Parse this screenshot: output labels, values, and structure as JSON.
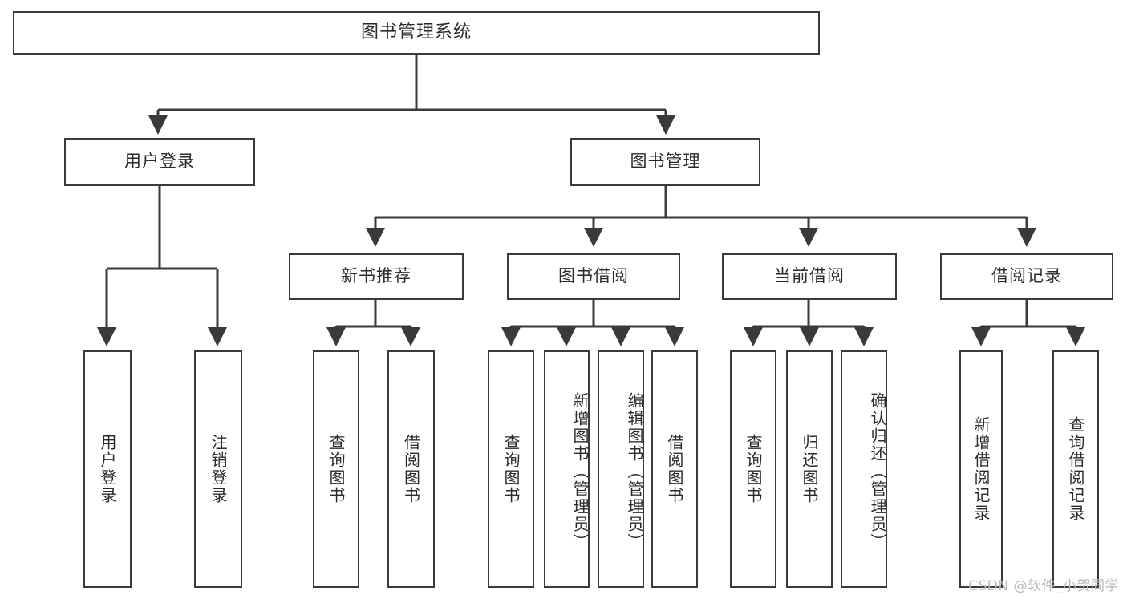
{
  "diagram": {
    "title": "图书管理系统",
    "watermark": "CSDN @软件_小贺同学",
    "colors": {
      "stroke": "#3a3a3a",
      "fill": "#ffffff",
      "text": "#2b2b2b",
      "watermark": "#b9b9b9"
    },
    "root": {
      "label": "图书管理系统"
    },
    "level2": [
      {
        "label": "用户登录"
      },
      {
        "label": "图书管理"
      }
    ],
    "level3": [
      {
        "label": "新书推荐"
      },
      {
        "label": "图书借阅"
      },
      {
        "label": "当前借阅"
      },
      {
        "label": "借阅记录"
      }
    ],
    "leaves": {
      "user_login": [
        {
          "label": "用户登录"
        },
        {
          "label": "注销登录"
        }
      ],
      "new_books": [
        {
          "label": "查询图书"
        },
        {
          "label": "借阅图书"
        }
      ],
      "book_borrow": [
        {
          "label": "查询图书"
        },
        {
          "label": "新增图书（管理员）"
        },
        {
          "label": "编辑图书（管理员）"
        },
        {
          "label": "借阅图书"
        }
      ],
      "current_borrow": [
        {
          "label": "查询图书"
        },
        {
          "label": "归还图书"
        },
        {
          "label": "确认归还（管理员）"
        }
      ],
      "borrow_records": [
        {
          "label": "新增借阅记录"
        },
        {
          "label": "查询借阅记录"
        }
      ]
    }
  }
}
